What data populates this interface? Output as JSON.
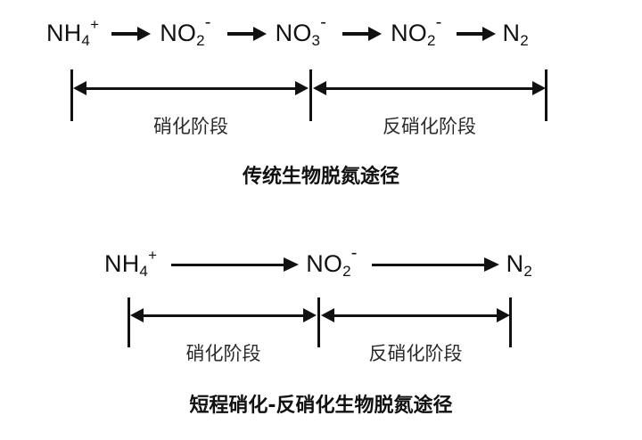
{
  "background": "#ffffff",
  "ink": "#111111",
  "diagrams": [
    {
      "id": "traditional-pathway",
      "caption": "传统生物脱氮途径",
      "species": [
        {
          "base": "NH",
          "sub": "4",
          "sup": "+"
        },
        {
          "base": "NO",
          "sub": "2",
          "sup": "-"
        },
        {
          "base": "NO",
          "sub": "3",
          "sup": "-"
        },
        {
          "base": "NO",
          "sub": "2",
          "sup": "-"
        },
        {
          "base": "N",
          "sub": "2",
          "sup": ""
        }
      ],
      "arrow_count": 4,
      "arrow_style": "short-thick",
      "stages": [
        {
          "label": "硝化阶段"
        },
        {
          "label": "反硝化阶段"
        }
      ]
    },
    {
      "id": "shortcut-pathway",
      "caption": "短程硝化-反硝化生物脱氮途径",
      "species": [
        {
          "base": "NH",
          "sub": "4",
          "sup": "+"
        },
        {
          "base": "NO",
          "sub": "2",
          "sup": "-"
        },
        {
          "base": "N",
          "sub": "2",
          "sup": ""
        }
      ],
      "arrow_count": 2,
      "arrow_style": "long-thin",
      "stages": [
        {
          "label": "硝化阶段"
        },
        {
          "label": "反硝化阶段"
        }
      ]
    }
  ]
}
